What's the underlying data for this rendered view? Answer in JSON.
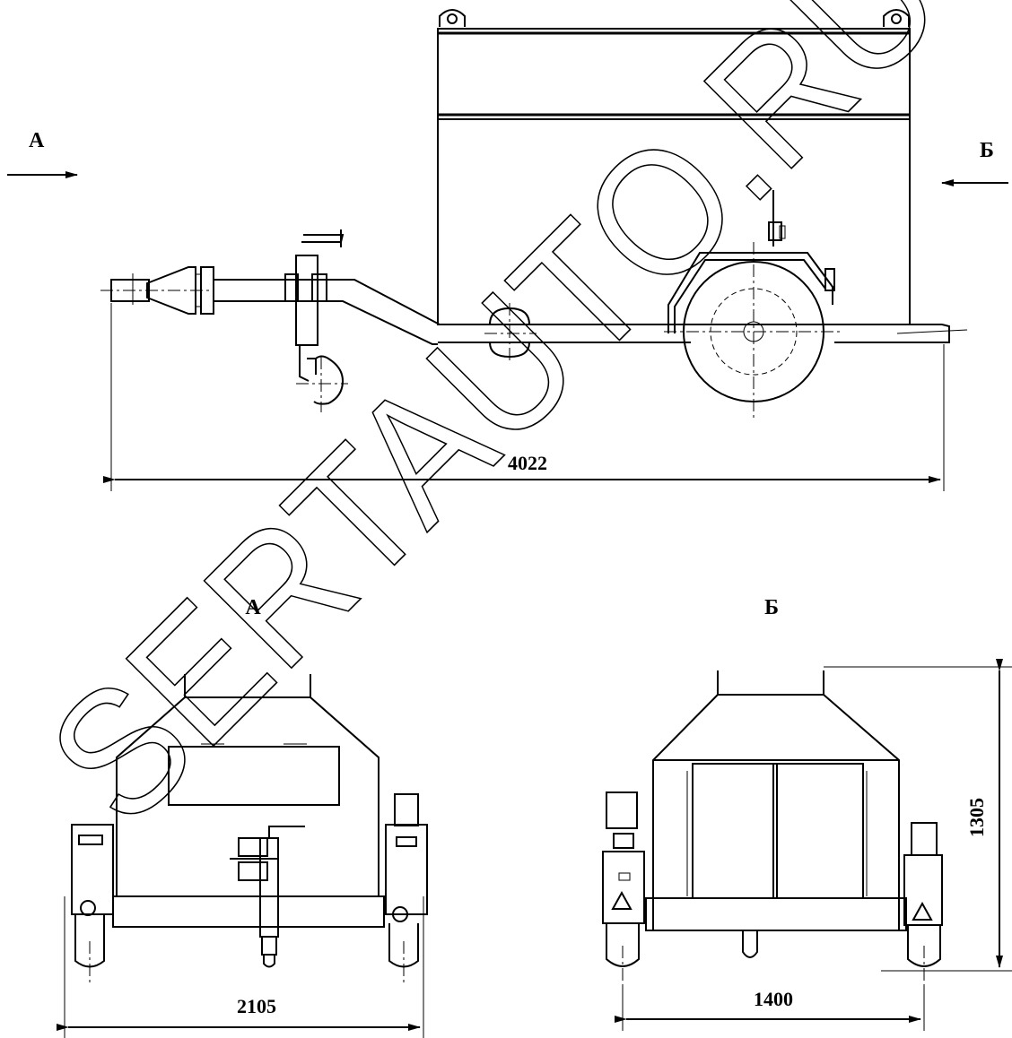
{
  "labels": {
    "view_a_arrow": "А",
    "view_b_arrow": "Б",
    "view_a_title": "А",
    "view_b_title": "Б"
  },
  "dimensions": {
    "overall_length": "4022",
    "width_view_a": "2105",
    "track_width": "1400",
    "height": "1305"
  },
  "watermark": "SERTAUTO.RU"
}
